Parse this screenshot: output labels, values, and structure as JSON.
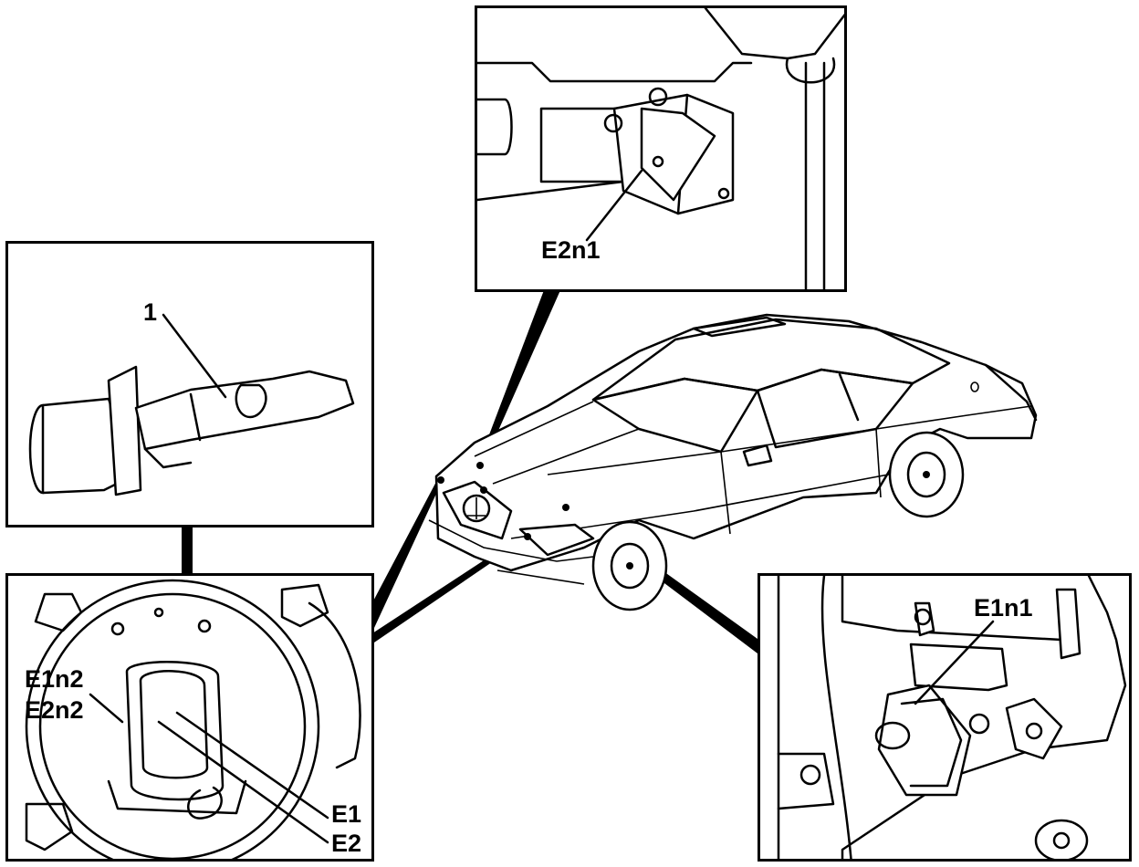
{
  "labels": {
    "top_panel": "E2n1",
    "bulb_panel": "1",
    "headlamp_panel_1": "E1n2",
    "headlamp_panel_2": "E2n2",
    "headlamp_bulb_1": "E1",
    "headlamp_bulb_2": "E2",
    "right_panel": "E1n1"
  }
}
